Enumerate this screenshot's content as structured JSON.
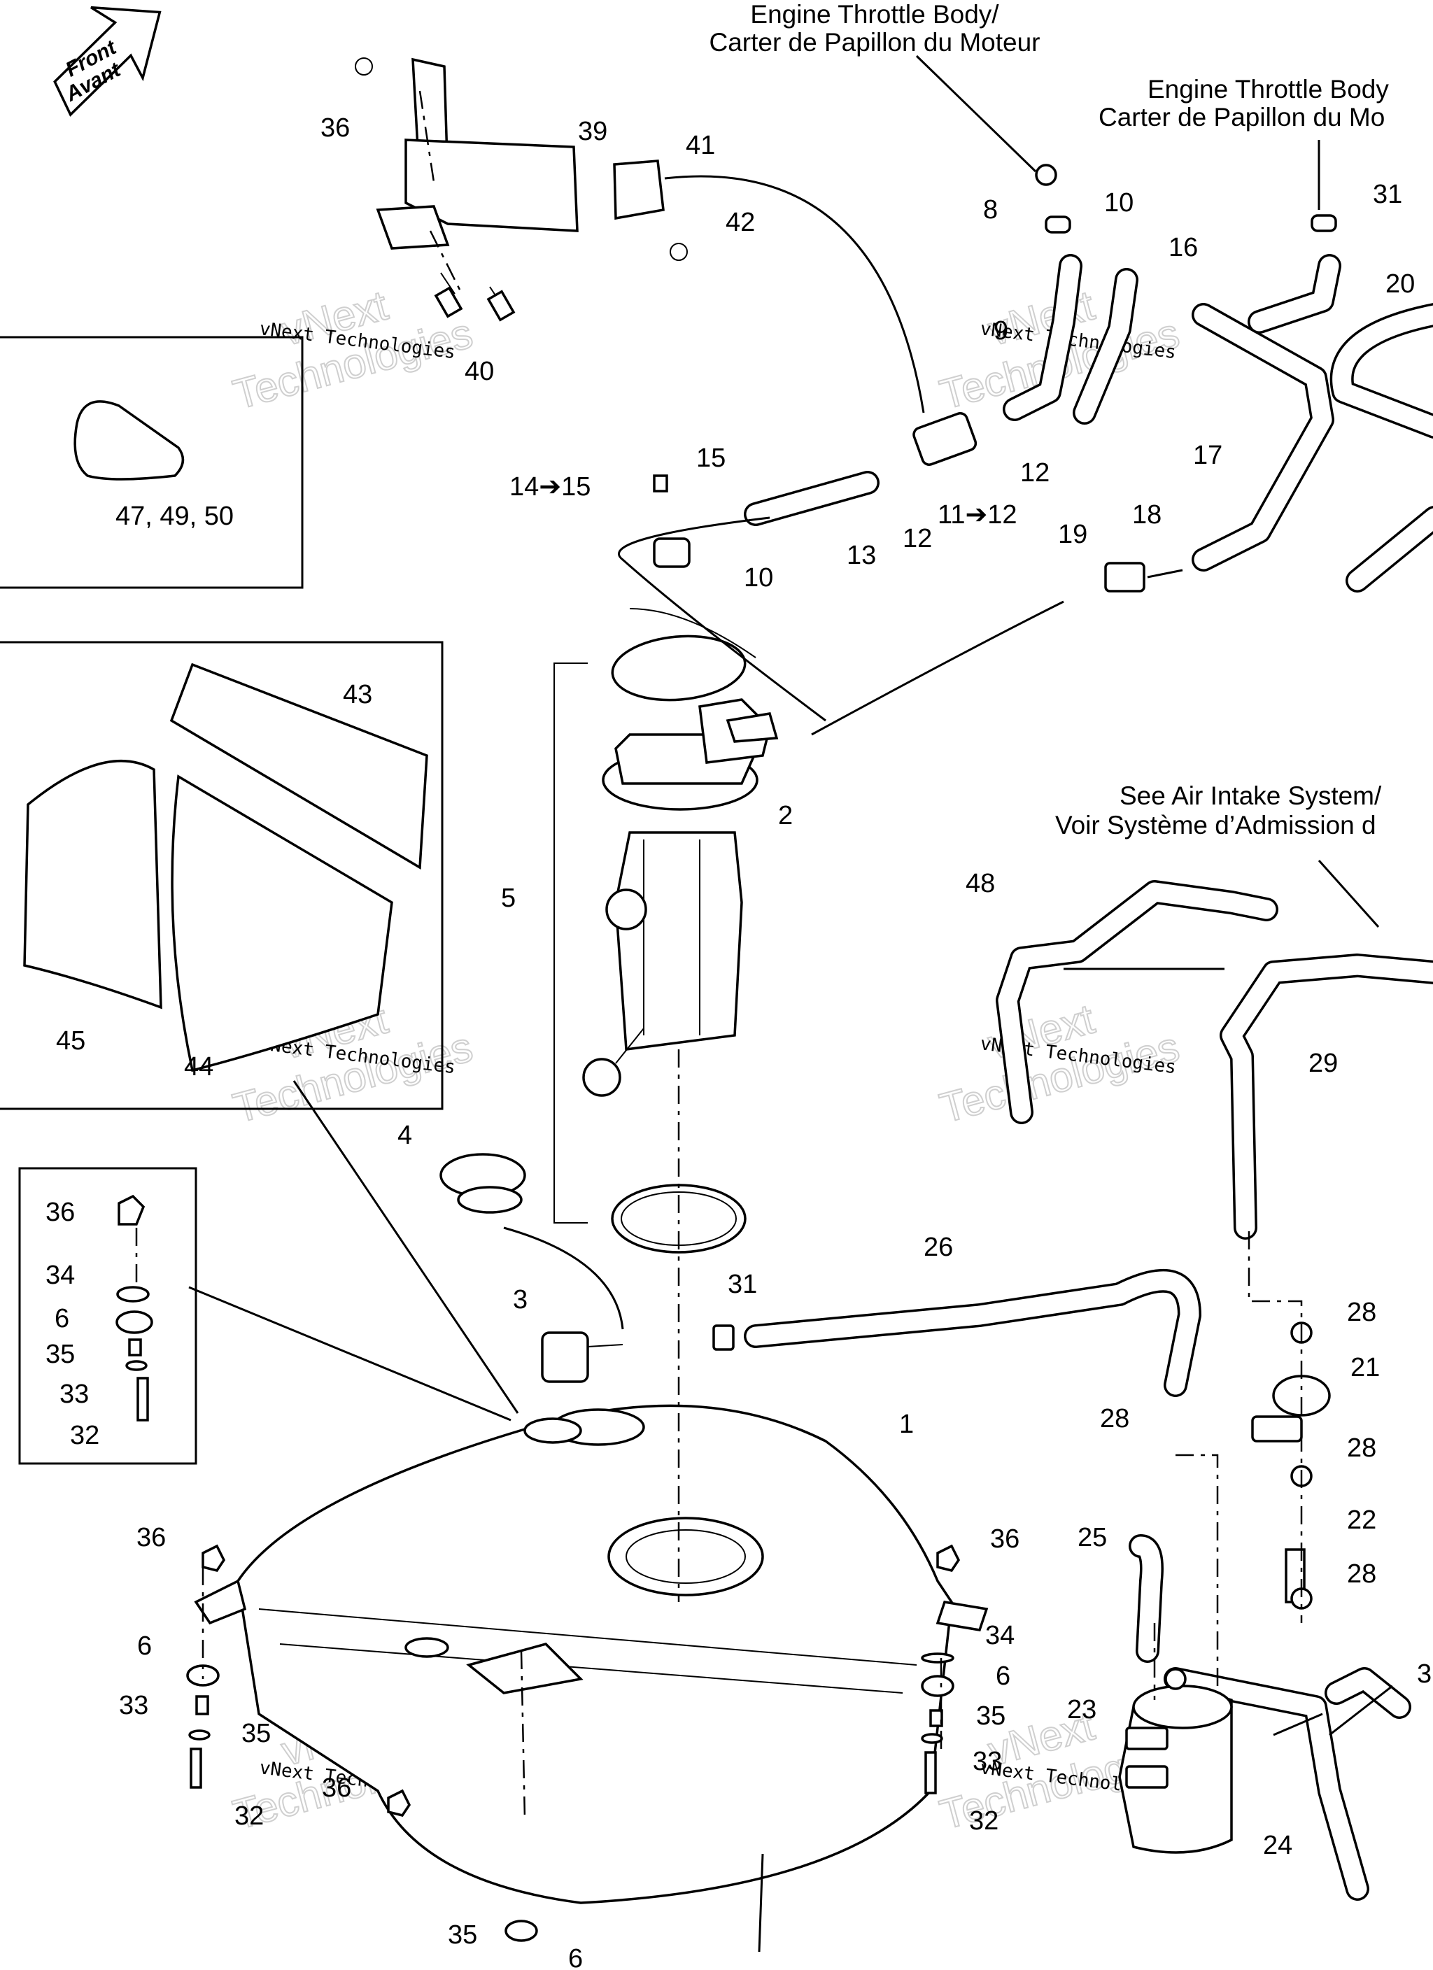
{
  "headings": {
    "throttle_1_line1": "Engine Throttle Body/",
    "throttle_1_line2": "Carter de Papillon du Moteur",
    "throttle_2_line1": "Engine Throttle Body",
    "throttle_2_line2": "Carter de Papillon du Mo",
    "air_intake_line1": "See Air Intake System/",
    "air_intake_line2": "Voir Système d’Admission d"
  },
  "front_arrow": {
    "line1": "Front",
    "line2": "Avant"
  },
  "watermark": {
    "text": "vNext Technologies",
    "big_line1": "vNext",
    "big_line2": "Technologies"
  },
  "callouts": {
    "c36a": "36",
    "c39": "39",
    "c41": "41",
    "c42": "42",
    "c40": "40",
    "c8": "8",
    "c10a": "10",
    "c16": "16",
    "c31a": "31",
    "c20": "20",
    "c9": "9",
    "c17": "17",
    "c15": "15",
    "c14_15": "14➔15",
    "c12a": "12",
    "c11_12": "11➔12",
    "c12b": "12",
    "c13": "13",
    "c10b": "10",
    "c18": "18",
    "c19": "19",
    "c47": "47, 49, 50",
    "c43": "43",
    "c2": "2",
    "c5": "5",
    "c45": "45",
    "c44": "44",
    "c48": "48",
    "c29": "29",
    "c4": "4",
    "c26": "26",
    "c36b": "36",
    "c34a": "34",
    "c6a": "6",
    "c35a": "35",
    "c33a": "33",
    "c32a": "32",
    "c3": "3",
    "c31b": "31",
    "c28a": "28",
    "c21": "21",
    "c1": "1",
    "c28b": "28",
    "c28c": "28",
    "c22": "22",
    "c28d": "28",
    "c25": "25",
    "c36c": "36",
    "c36d": "36",
    "c6b": "6",
    "c34b": "34",
    "c6c": "6",
    "c33b": "33",
    "c35b": "35",
    "c35c": "35",
    "c23": "23",
    "c3x": "3",
    "c33c": "33",
    "c36e": "36",
    "c32b": "32",
    "c32c": "32",
    "c24": "24",
    "c35d": "35",
    "c6d": "6"
  }
}
